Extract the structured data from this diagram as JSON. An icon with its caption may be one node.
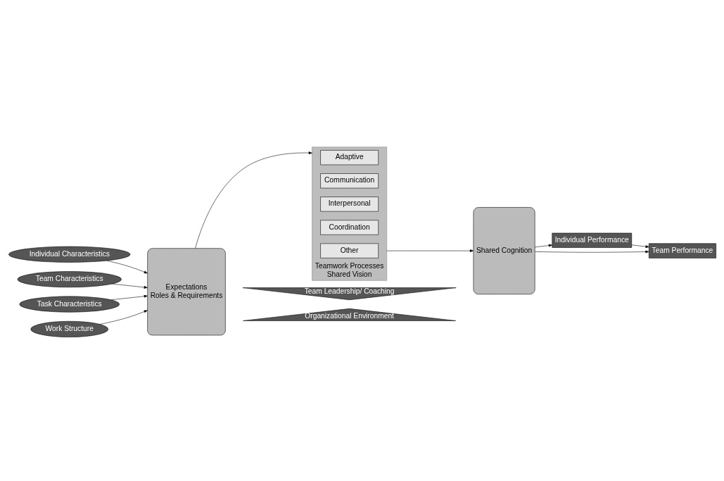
{
  "diagram": {
    "nodes": [
      {
        "text": [
          "Individual Characteristics"
        ]
      },
      {
        "text": [
          "Team Characteristics"
        ]
      },
      {
        "text": [
          "Task Characteristics"
        ]
      },
      {
        "text": [
          "Work Structure"
        ]
      },
      {
        "text": [
          "Expectations",
          "Roles & Requirements"
        ]
      },
      {
        "text": [
          "Teamwork Processes",
          "Shared Vision"
        ]
      },
      {
        "text": [
          "Team Leadership/ Coaching"
        ]
      },
      {
        "text": [
          "Adaptive"
        ],
        "in": 5
      },
      {
        "text": [
          "Communication"
        ],
        "in": 5
      },
      {
        "text": [
          "Interpersonal"
        ],
        "in": 5
      },
      {
        "text": [
          "Coordination"
        ],
        "in": 5
      },
      {
        "text": [
          "Other"
        ],
        "in": 5
      },
      {
        "text": [
          "Organizational Environment"
        ]
      },
      {
        "text": [
          "Shared Cognition"
        ]
      },
      {
        "text": [
          "Individual Performance"
        ]
      },
      {
        "text": [
          "Team Performance"
        ]
      }
    ],
    "edges": [
      {
        "from": 0,
        "to": 4,
        "arrow": "to"
      },
      {
        "from": 1,
        "to": 4,
        "arrow": "to"
      },
      {
        "from": 2,
        "to": 4,
        "arrow": "to"
      },
      {
        "from": 3,
        "to": 4,
        "arrow": "to"
      },
      {
        "from": 4,
        "to": 5,
        "arrow": "to"
      },
      {
        "from": 5,
        "to": 13,
        "arrow": "to"
      },
      {
        "from": 13,
        "to": 14,
        "arrow": "to"
      },
      {
        "from": 13,
        "to": 15,
        "arrow": "to"
      },
      {
        "from": 14,
        "to": 15,
        "arrow": "to"
      }
    ]
  }
}
